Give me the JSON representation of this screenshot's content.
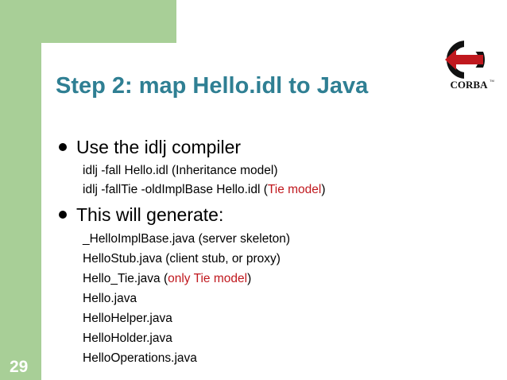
{
  "slide": {
    "number": "29",
    "title": "Step 2: map Hello.idl to Java",
    "logo_text": "CORBA",
    "logo_tm": "TM",
    "bullets": [
      {
        "text": "Use the idlj compiler",
        "lines": [
          {
            "pre": "idlj -fall Hello.idl (Inheritance model)",
            "red": "",
            "post": ""
          },
          {
            "pre": "idlj -fallTie  -oldImplBase Hello.idl (",
            "red": "Tie model",
            "post": ")"
          }
        ]
      },
      {
        "text": "This will generate:",
        "lines": [
          {
            "pre": "_HelloImplBase.java  (server skeleton)",
            "red": "",
            "post": ""
          },
          {
            "pre": "HelloStub.java (client stub, or proxy)",
            "red": "",
            "post": ""
          },
          {
            "pre": "Hello_Tie.java (",
            "red": "only Tie model",
            "post": ")"
          },
          {
            "pre": "Hello.java",
            "red": "",
            "post": ""
          },
          {
            "pre": "HelloHelper.java",
            "red": "",
            "post": ""
          },
          {
            "pre": "HelloHolder.java",
            "red": "",
            "post": ""
          },
          {
            "pre": "HelloOperations.java",
            "red": "",
            "post": ""
          }
        ]
      }
    ]
  },
  "colors": {
    "title": "#2f7f93",
    "sidebar": "#a8cf97",
    "highlight": "#c0181e"
  }
}
